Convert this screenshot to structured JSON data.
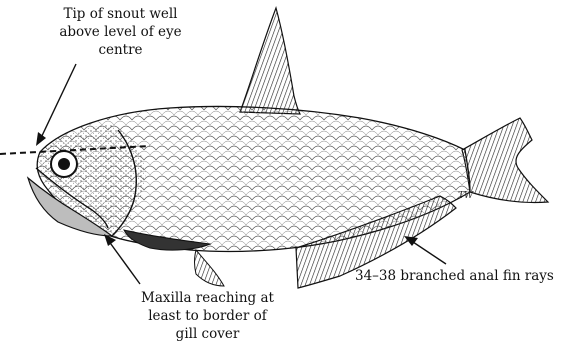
{
  "annotations": {
    "snout": {
      "lines": [
        "Tip of snout well",
        "above level of eye",
        "centre"
      ]
    },
    "maxilla": {
      "lines": [
        "Maxilla reaching at",
        "least to border of",
        "gill cover"
      ]
    },
    "anal_fin": {
      "text": "34–38 branched anal fin rays"
    }
  },
  "artist_signature": "TW",
  "colors": {
    "ink": "#111111",
    "body_fill": "#f2f2f2",
    "fin_fill": "#7a7a7a",
    "background": "#ffffff"
  }
}
